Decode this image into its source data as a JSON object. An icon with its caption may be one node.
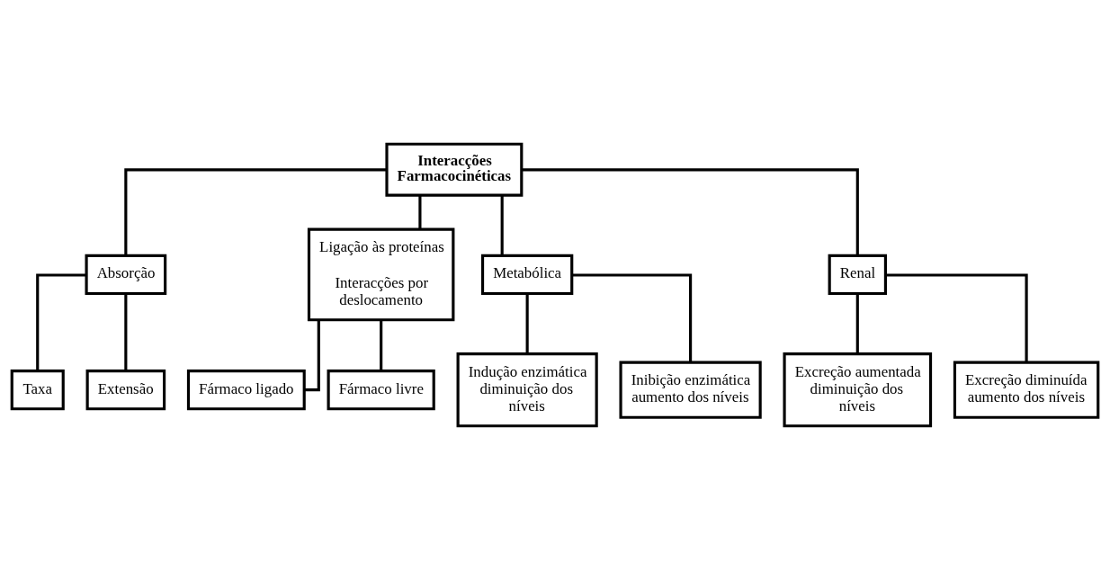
{
  "diagram": {
    "nodes": [
      {
        "text": [
          "Interacções Farmacocinéticas"
        ]
      },
      {
        "text": [
          "Absorção"
        ]
      },
      {
        "text": [
          "Ligação às proteínas",
          "Interacções por deslocamento"
        ]
      },
      {
        "text": [
          "Metabólica"
        ]
      },
      {
        "text": [
          "Renal"
        ]
      },
      {
        "text": [
          "Taxa"
        ]
      },
      {
        "text": [
          "Extensão"
        ]
      },
      {
        "text": [
          "Fármaco ligado"
        ]
      },
      {
        "text": [
          "Fármaco livre"
        ]
      },
      {
        "text": [
          "Indução enzimática diminuição dos níveis"
        ]
      },
      {
        "text": [
          "Inibição enzimática aumento dos níveis"
        ]
      },
      {
        "text": [
          "Excreção aumentada diminuição dos níveis"
        ]
      },
      {
        "text": [
          "Excreção diminuída aumento dos níveis"
        ]
      }
    ],
    "edges": [
      {
        "from": 0,
        "to": 1,
        "arrow": "none"
      },
      {
        "from": 0,
        "to": 2,
        "arrow": "none"
      },
      {
        "from": 0,
        "to": 3,
        "arrow": "none"
      },
      {
        "from": 0,
        "to": 4,
        "arrow": "none"
      },
      {
        "from": 1,
        "to": 5,
        "arrow": "none"
      },
      {
        "from": 1,
        "to": 6,
        "arrow": "none"
      },
      {
        "from": 2,
        "to": 7,
        "arrow": "none"
      },
      {
        "from": 2,
        "to": 8,
        "arrow": "none"
      },
      {
        "from": 3,
        "to": 9,
        "arrow": "none"
      },
      {
        "from": 3,
        "to": 10,
        "arrow": "none"
      },
      {
        "from": 4,
        "to": 11,
        "arrow": "none"
      },
      {
        "from": 4,
        "to": 12,
        "arrow": "none"
      }
    ]
  }
}
